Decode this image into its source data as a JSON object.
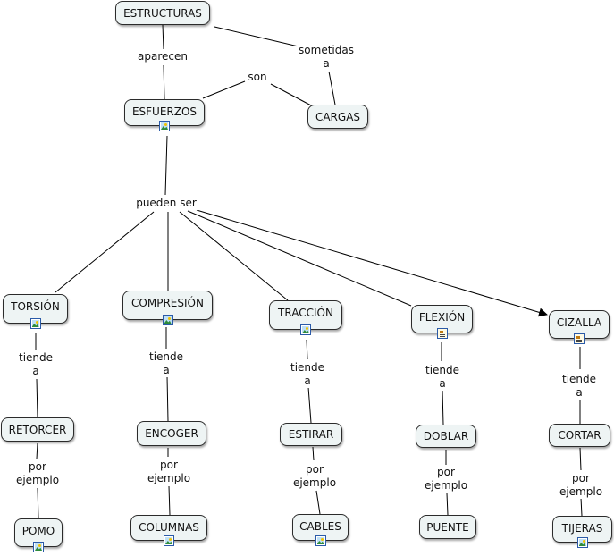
{
  "concepts": {
    "estructuras": "ESTRUCTURAS",
    "esfuerzos": "ESFUERZOS",
    "cargas": "CARGAS",
    "torsion": "TORSIÓN",
    "compresion": "COMPRESIÓN",
    "traccion": "TRACCIÓN",
    "flexion": "FLEXIÓN",
    "cizalla": "CIZALLA",
    "retorcer": "RETORCER",
    "encoger": "ENCOGER",
    "estirar": "ESTIRAR",
    "doblar": "DOBLAR",
    "cortar": "CORTAR",
    "pomo": "POMO",
    "columnas": "COLUMNAS",
    "cables": "CABLES",
    "puente": "PUENTE",
    "tijeras": "TIJERAS"
  },
  "links": {
    "aparecen": "aparecen",
    "sometidas_1": "sometidas",
    "sometidas_2": "a",
    "son": "son",
    "pueden_ser": "pueden ser",
    "tiende_1": "tiende",
    "tiende_2": "a",
    "por_1": "por",
    "por_2": "ejemplo"
  },
  "resource_icons": {
    "image": "image-resource-icon",
    "document": "document-resource-icon"
  },
  "colors": {
    "node_fill": "#eef4f4",
    "node_border": "#2b2b2b",
    "icon_border": "#2a5aa8"
  }
}
